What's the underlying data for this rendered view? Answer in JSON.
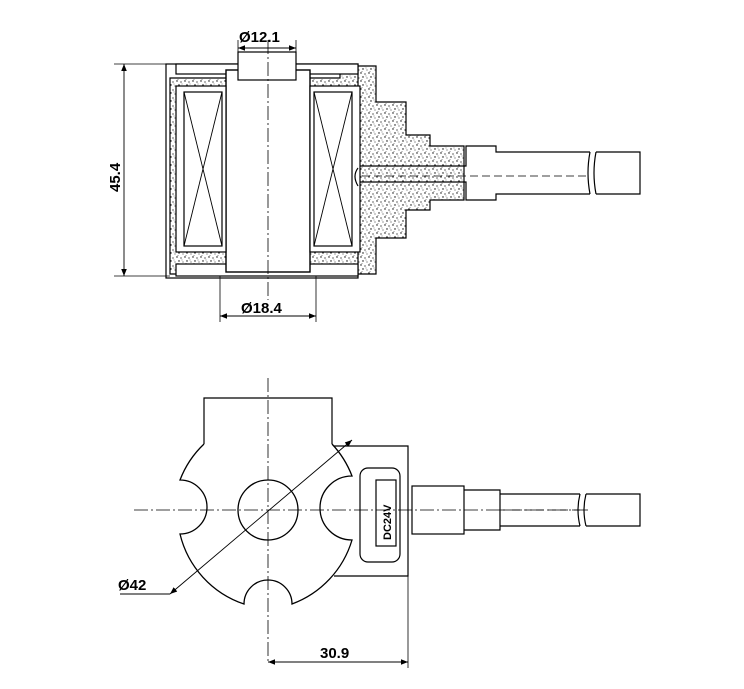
{
  "drawing": {
    "top_view": {
      "inner_diameter": "Ø12.1",
      "outer_diameter": "Ø18.4",
      "height": "45.4"
    },
    "bottom_view": {
      "diameter": "Ø42",
      "offset": "30.9",
      "label": "DC24V"
    }
  }
}
